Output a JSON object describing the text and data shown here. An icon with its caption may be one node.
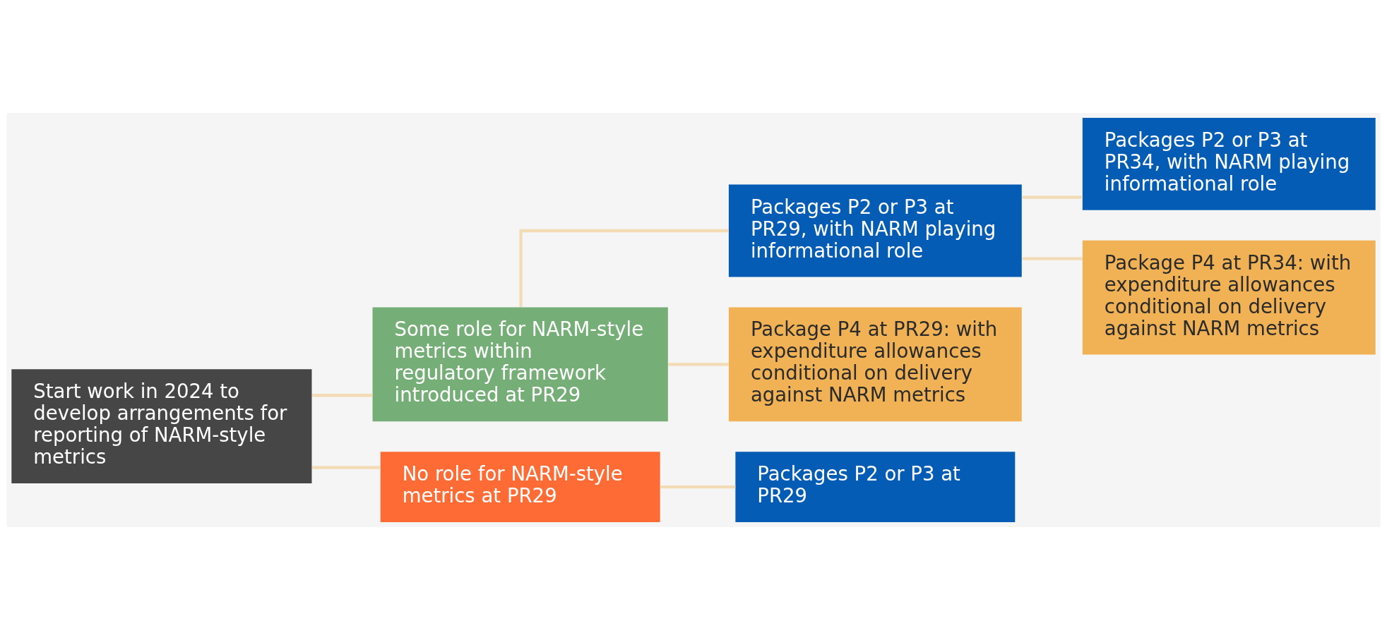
{
  "diagram": {
    "nodes": [
      {
        "text": [
          "Start work in 2024 to develop arrangements for reporting of NARM-style metrics"
        ]
      },
      {
        "text": [
          "Some role for NARM-style metrics within regulatory framework introduced at PR29"
        ]
      },
      {
        "text": [
          "No role for NARM-style metrics at PR29"
        ]
      },
      {
        "text": [
          "Packages P2 or P3 at PR29, with NARM playing informational role"
        ]
      },
      {
        "text": [
          "Package P4 at PR29: with expenditure allowances conditional on delivery against NARM metrics"
        ]
      },
      {
        "text": [
          "Packages P2 or P3 at PR29"
        ]
      },
      {
        "text": [
          "Packages P2 or P3 at PR34, with NARM playing informational role"
        ]
      },
      {
        "text": [
          "Package P4 at PR34: with expenditure allowances conditional on delivery against NARM metrics"
        ]
      }
    ],
    "edges": [
      {
        "from": 0,
        "to": 1,
        "arrow": "none"
      },
      {
        "from": 0,
        "to": 2,
        "arrow": "none"
      },
      {
        "from": 1,
        "to": 3,
        "arrow": "none"
      },
      {
        "from": 1,
        "to": 4,
        "arrow": "none"
      },
      {
        "from": 2,
        "to": 5,
        "arrow": "none"
      },
      {
        "from": 3,
        "to": 6,
        "arrow": "none"
      },
      {
        "from": 3,
        "to": 7,
        "arrow": "none"
      }
    ]
  }
}
